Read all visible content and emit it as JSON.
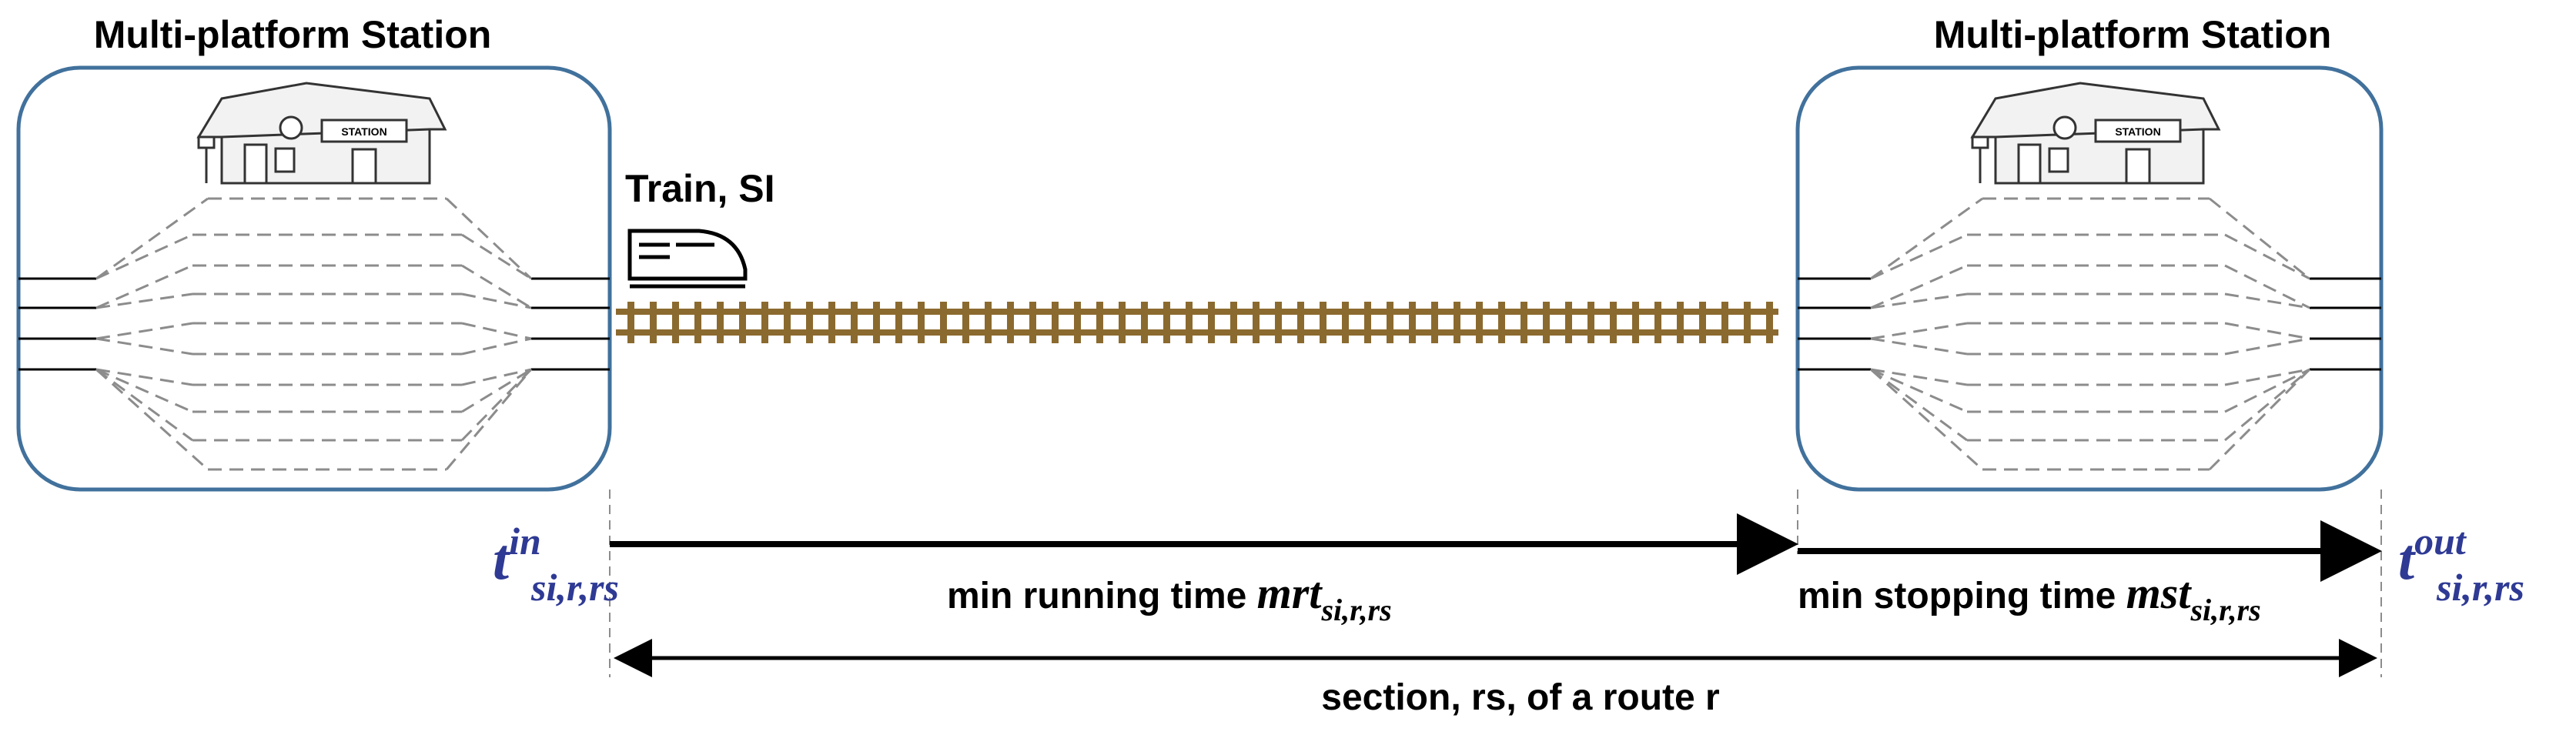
{
  "stations": {
    "left": {
      "title": "Multi-platform Station",
      "building_sign": "STATION"
    },
    "right": {
      "title": "Multi-platform Station",
      "building_sign": "STATION"
    }
  },
  "train": {
    "label": "Train, SI"
  },
  "timing": {
    "t_in": {
      "base": "t",
      "sup": "in",
      "sub": "si,r,rs"
    },
    "t_out": {
      "base": "t",
      "sup": "out",
      "sub": "si,r,rs"
    },
    "running": {
      "text": "min running time ",
      "var": "mrt",
      "sub": "si,r,rs"
    },
    "stopping": {
      "text": "min stopping time ",
      "var": "mst",
      "sub": "si,r,rs"
    },
    "section": "section, rs, of a route r"
  },
  "colors": {
    "station_border": "#41719c",
    "track": "#8b6a2f",
    "time_var": "#2e3a94",
    "dashed": "#8c8c8c"
  }
}
